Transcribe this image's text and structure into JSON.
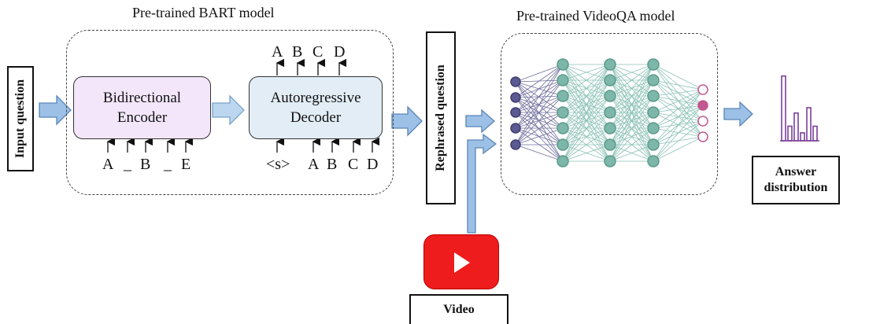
{
  "bart": {
    "title": "Pre-trained BART model",
    "encoder_label": "Bidirectional Encoder",
    "decoder_label": "Autoregressive Decoder",
    "encoder_inputs": [
      "A",
      "_",
      "B",
      "_",
      "E"
    ],
    "decoder_inputs": [
      "<s>",
      "A",
      "B",
      "C",
      "D"
    ],
    "decoder_outputs": [
      "A",
      "B",
      "C",
      "D"
    ]
  },
  "input_question_label": "Input question",
  "rephrased_question_label": "Rephrased question",
  "videoqa": {
    "title": "Pre-trained VideoQA model"
  },
  "video_label": "Video",
  "answer_label_line1": "Answer",
  "answer_label_line2": "distribution",
  "colors": {
    "encoder_fill": "#f3e6fb",
    "decoder_fill": "#e2edf6",
    "arrow_fill": "#9dc0e6",
    "arrow_stroke": "#5a86b8",
    "input_nodes": "#5b5a93",
    "hidden_nodes": "#7cb7aa",
    "output_nodes": "#c3578f",
    "video_red": "#ee1c1c",
    "bar_purple": "#7b3f9a"
  },
  "answer_distribution": {
    "values": [
      0.98,
      0.22,
      0.42,
      0.12,
      0.5,
      0.22
    ]
  }
}
